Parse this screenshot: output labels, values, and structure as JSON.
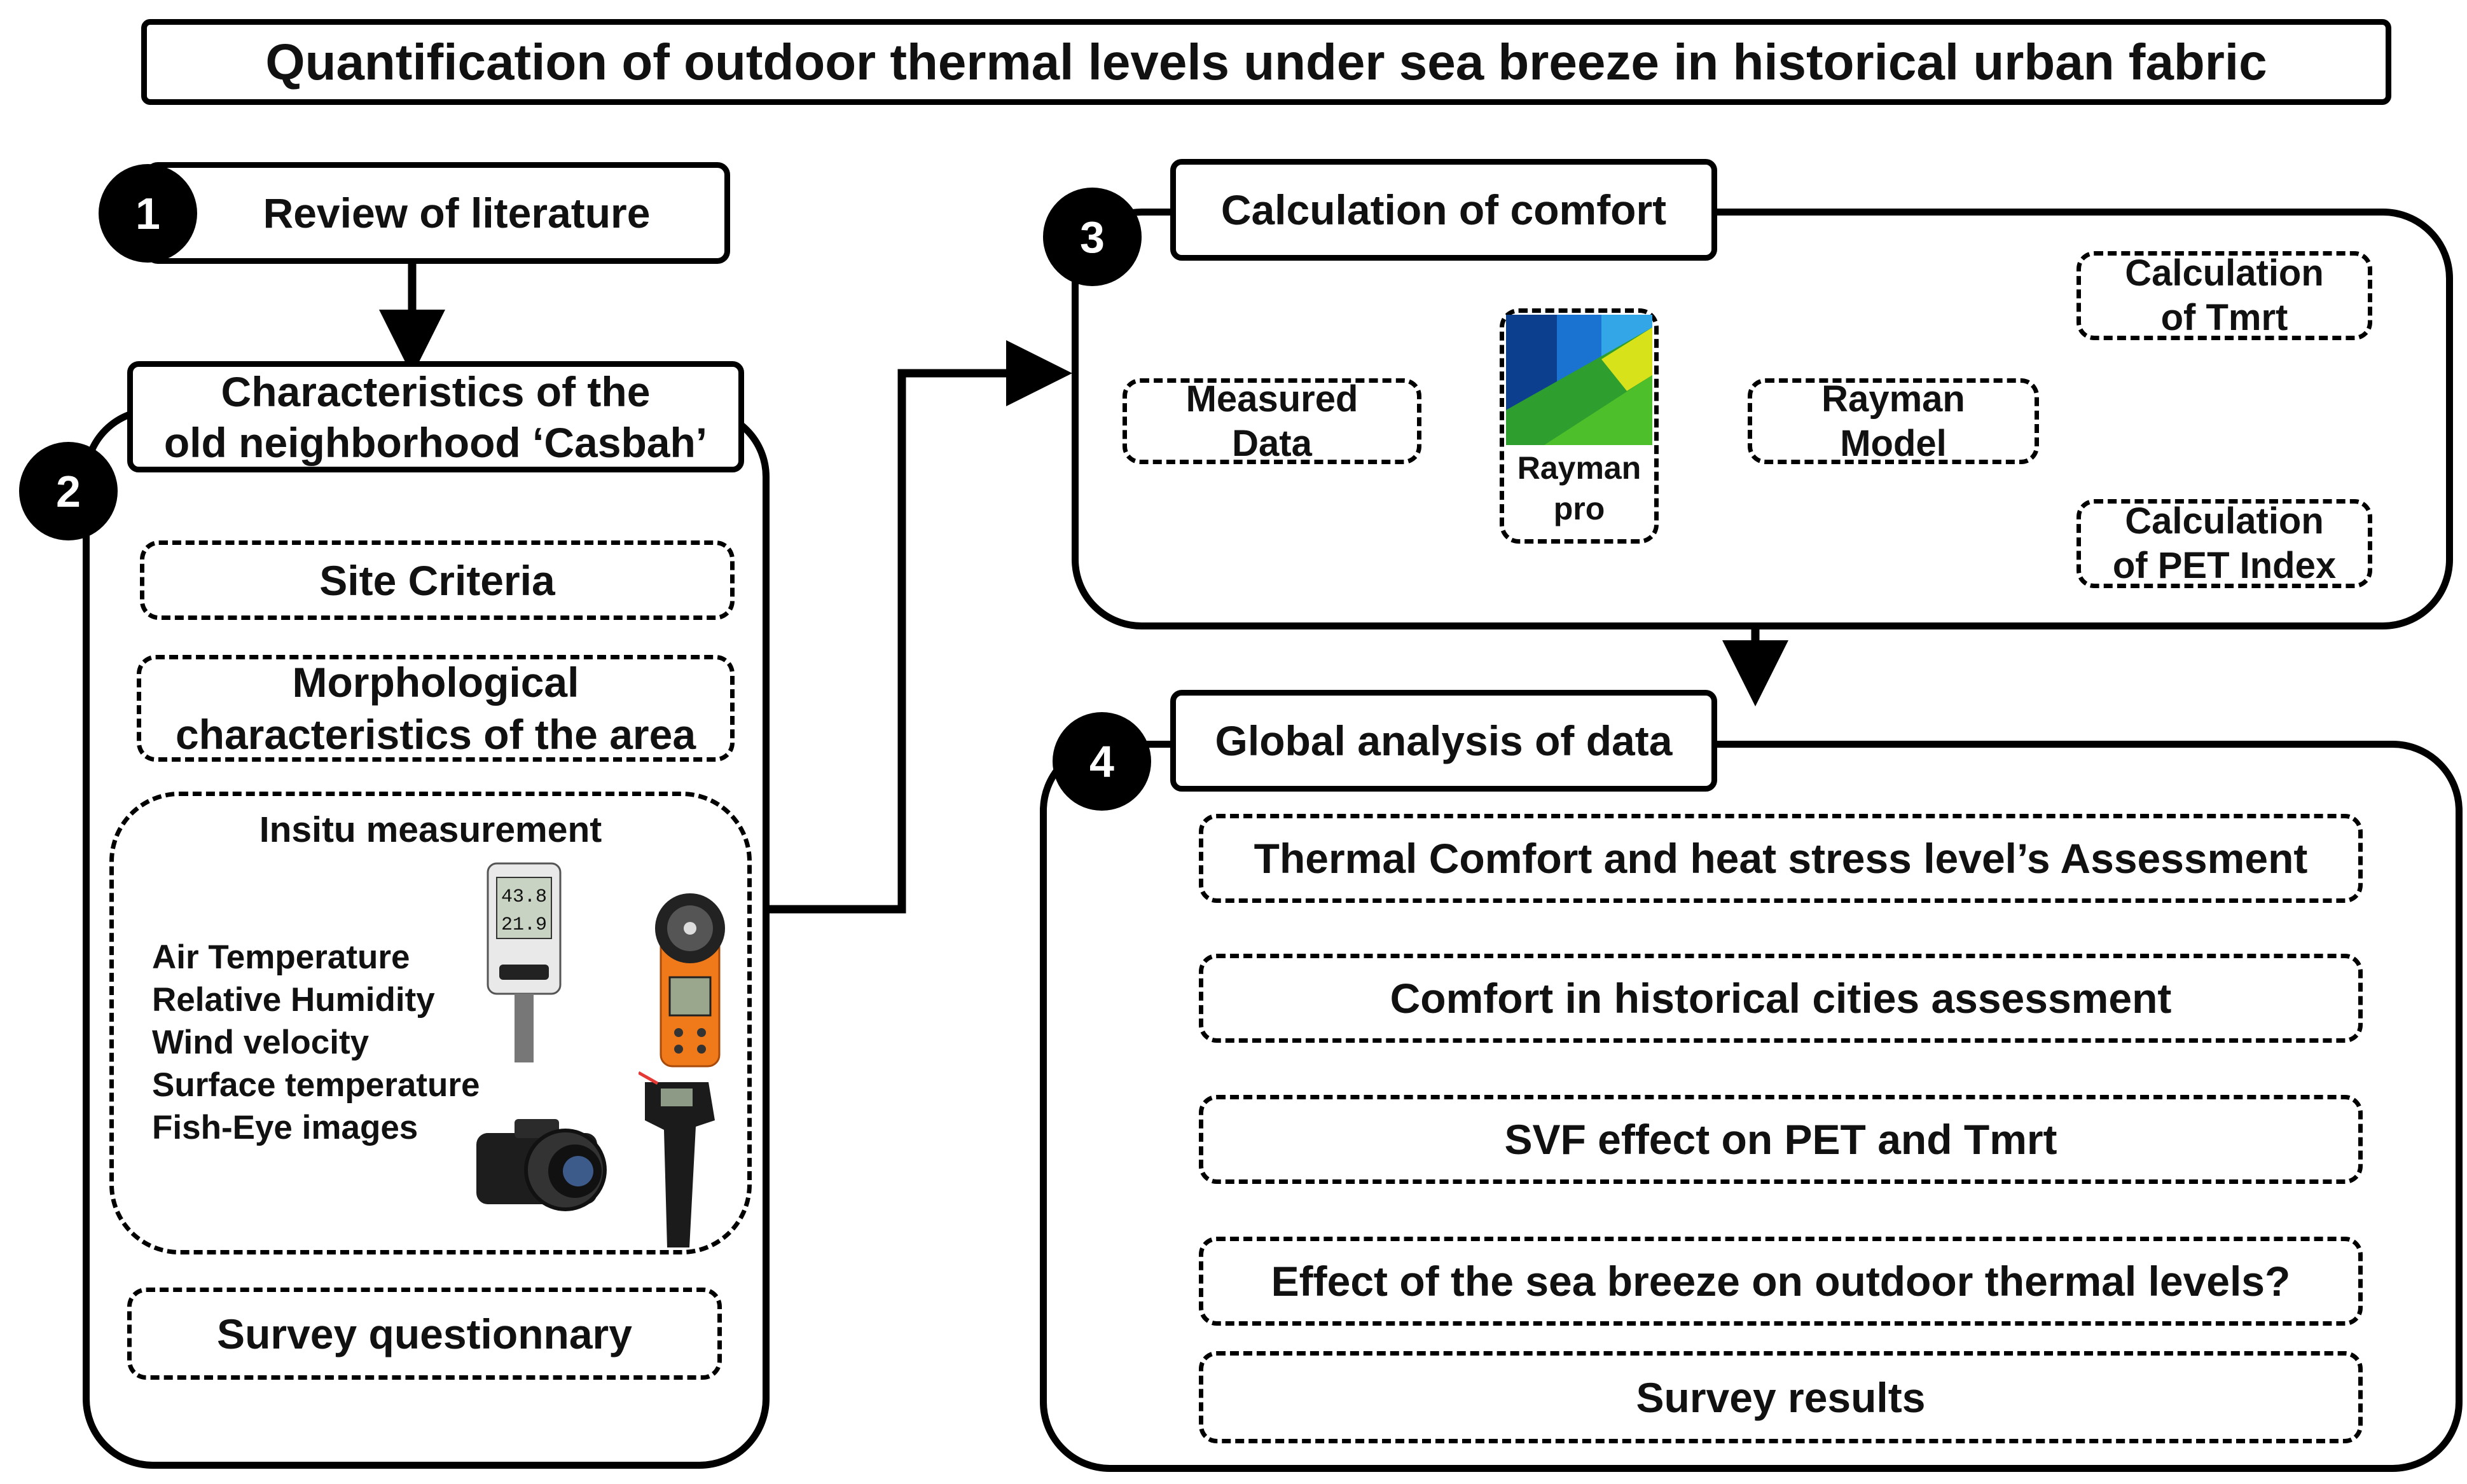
{
  "title": "Quantification of outdoor thermal levels under sea breeze in historical urban fabric",
  "steps": {
    "s1": {
      "number": "1",
      "label": "Review of literature"
    },
    "s2": {
      "number": "2",
      "label_line1": "Characteristics of the",
      "label_line2": "old neighborhood ‘Casbah’",
      "site_criteria": "Site Criteria",
      "morph_line1": "Morphological",
      "morph_line2": "characteristics of the area",
      "insitu_title": "Insitu measurement",
      "insitu_items": [
        "Air  Temperature",
        "Relative Humidity",
        "Wind velocity",
        "Surface temperature",
        "Fish-Eye images"
      ],
      "survey": "Survey questionnary",
      "logger_screen_1": "43.8",
      "logger_screen_2": "21.9"
    },
    "s3": {
      "number": "3",
      "label": "Calculation of comfort",
      "measured_line1": "Measured",
      "measured_line2": "Data",
      "rayman_pro_line1": "Rayman",
      "rayman_pro_line2": "pro",
      "rayman_model_line1": "Rayman",
      "rayman_model_line2": "Model",
      "tmrt_line1": "Calculation",
      "tmrt_line2": "of Tmrt",
      "pet_line1": "Calculation",
      "pet_line2": "of PET Index"
    },
    "s4": {
      "number": "4",
      "label": "Global analysis of data",
      "items": [
        "Thermal Comfort and heat stress level’s Assessment",
        "Comfort in historical cities assessment",
        "SVF effect on PET and Tmrt",
        "Effect of the sea breeze on outdoor thermal levels?",
        "Survey results"
      ]
    }
  },
  "colors": {
    "ink": "#000000",
    "rayman_blue": "#1565c0",
    "rayman_green": "#2e9e2e",
    "rayman_yellow": "#d7e21b",
    "meter_orange": "#f07a1a"
  }
}
